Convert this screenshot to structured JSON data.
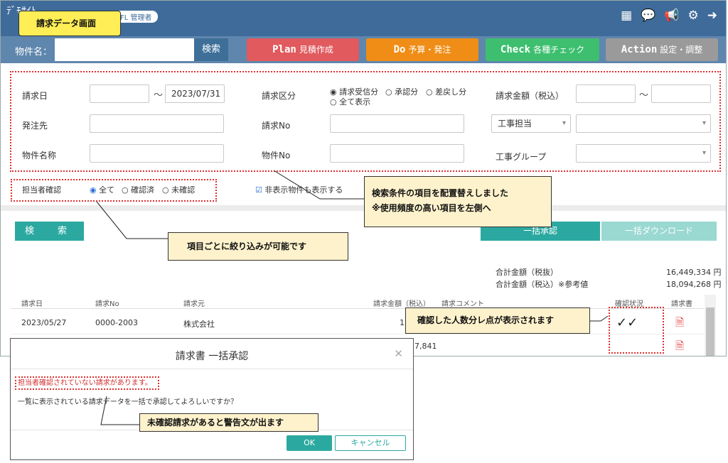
{
  "header": {
    "logo_text": "ﾃﾞﾓｻｲﾄ",
    "role_badge": "FL 管理者",
    "screen_title": "請求データ画面"
  },
  "search_bar": {
    "property_label": "物件名：",
    "property_value": "",
    "search_button": "検索"
  },
  "phase_buttons": {
    "plan": {
      "keyword": "Plan",
      "label": "見積作成",
      "color": "#e05a5e"
    },
    "do": {
      "keyword": "Do",
      "label": "予算・発注",
      "color": "#ef8d16"
    },
    "check": {
      "keyword": "Check",
      "label": "各種チェック",
      "color": "#3dbf6f"
    },
    "action": {
      "keyword": "Action",
      "label": "設定・調整",
      "color": "#9a9a9a"
    }
  },
  "filters": {
    "billing_date_label": "請求日",
    "billing_date_from": "",
    "tilde": "～",
    "billing_date_to": "2023/07/31",
    "billing_type_label": "請求区分",
    "billing_type_options": [
      "請求受信分",
      "承認分",
      "差戻し分",
      "全て表示"
    ],
    "billing_type_selected": "請求受信分",
    "amount_label": "請求金額（税込）",
    "amount_from": "",
    "amount_to": "",
    "supplier_label": "発注先",
    "supplier_value": "",
    "billing_no_label": "請求No",
    "billing_no_value": "",
    "construction_staff_select": "工事担当",
    "construction_staff_value": "",
    "property_name_label": "物件名称",
    "property_name_value": "",
    "property_no_label": "物件No",
    "property_no_value": "",
    "construction_group_label": "工事グループ",
    "construction_group_value": "",
    "staff_confirm_label": "担当者確認",
    "staff_confirm_options": [
      "全て",
      "確認済",
      "未確認"
    ],
    "staff_confirm_selected": "全て",
    "show_hidden_label": "非表示物件も表示する",
    "show_hidden_checked": true
  },
  "actions": {
    "search_button": "検　索",
    "bulk_approve_button": "一括承認",
    "bulk_download_button": "一括ダウンロード"
  },
  "totals": {
    "excl_tax_label": "合計金額（税抜）",
    "excl_tax_value": "16,449,334 円",
    "incl_tax_label": "合計金額（税込）※参考値",
    "incl_tax_value": "18,094,268 円"
  },
  "table": {
    "columns": [
      "請求日",
      "請求No",
      "請求元",
      "請求金額（税込）",
      "請求コメント",
      "確認状況",
      "請求書"
    ],
    "rows": [
      {
        "date": "2023/05/27",
        "no": "0000-2003",
        "from": "株式会社",
        "amount": "1,",
        "checks": "✓✓"
      },
      {
        "amount": "7,841"
      }
    ]
  },
  "modal": {
    "title": "請求書 一括承認",
    "close_icon": "close-icon",
    "warning": "担当者確認されていない請求があります。",
    "message": "一覧に表示されている請求データを一括で承認してよろしいですか？",
    "ok_button": "OK",
    "cancel_button": "キャンセル"
  },
  "callouts": {
    "rearranged_line1": "検索条件の項目を配置替えしました",
    "rearranged_line2": "※使用頻度の高い項目を左側へ",
    "filter_per_item": "項目ごとに絞り込みが可能です",
    "checkmarks": "確認した人数分レ点が表示されます",
    "warning": "未確認請求があると警告文が出ます"
  },
  "colors": {
    "header_bg": "#3f6b9a",
    "search_bar_bg": "#5f86ad",
    "teal_button": "#2ba9a0",
    "highlight_red": "#e03030",
    "callout_bg": "#fdf2cc"
  }
}
